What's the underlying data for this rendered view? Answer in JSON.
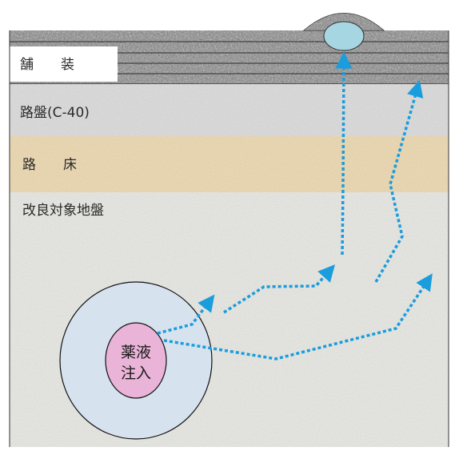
{
  "layers": {
    "pavement": "舗　　装",
    "base_course": "路盤(C-40)",
    "subgrade": "路　　床",
    "improvement_target": "改良対象地盤"
  },
  "injection": {
    "line1": "薬液",
    "line2": "注入"
  },
  "colors": {
    "pavement_dark": "#6f6f6f",
    "base_course": "#dedede",
    "subgrade": "#efd9ae",
    "improvement_ground": "#e9e9e4",
    "injection_zone": "#d7e2ef",
    "injection_core": "#eab3d8",
    "arrow": "#1a9ddc",
    "void_bubble": "#a7d6e3"
  }
}
